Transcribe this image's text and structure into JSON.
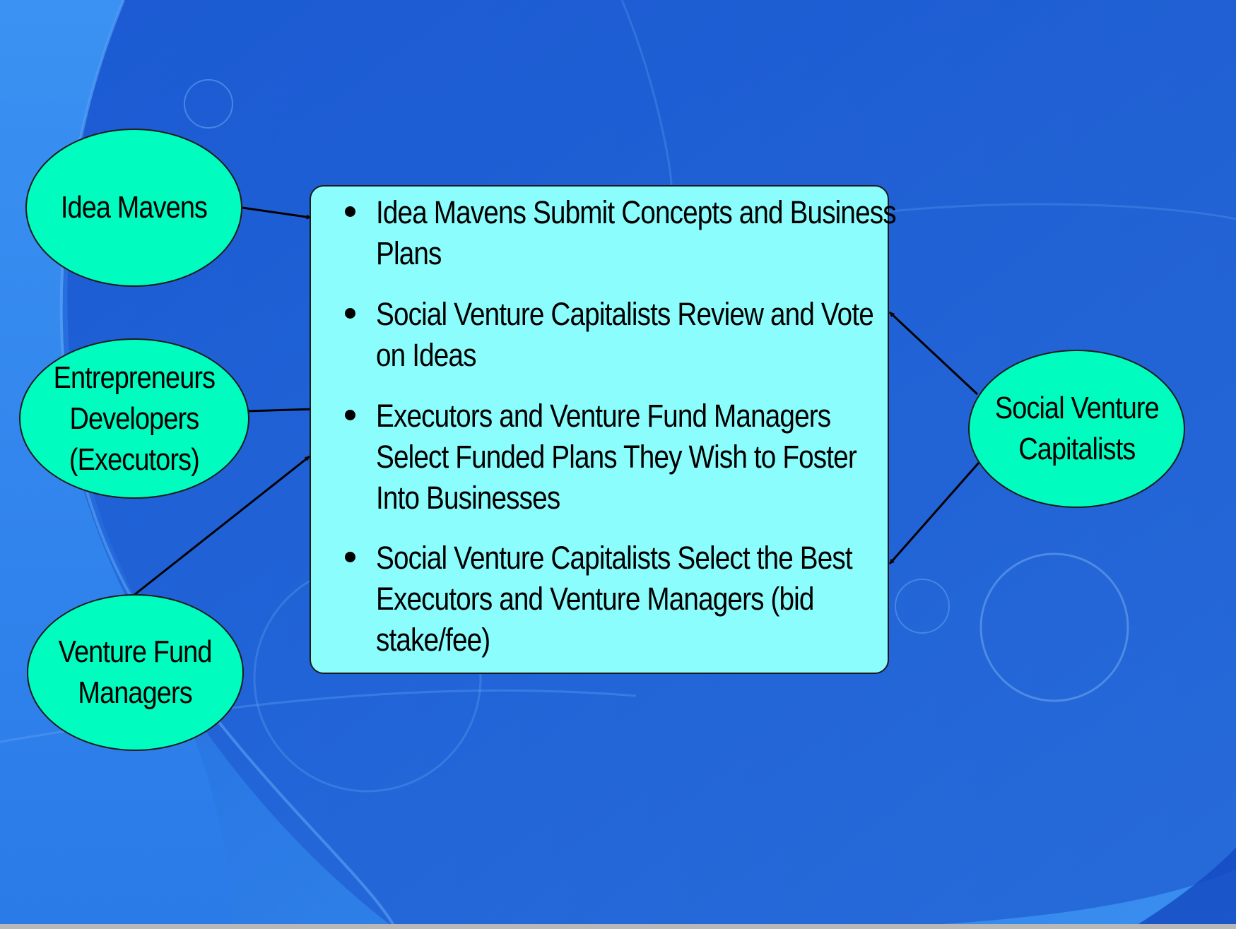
{
  "diagram": {
    "actors": {
      "idea_mavens": "Idea Mavens",
      "entrepreneurs": "Entrepreneurs\nDevelopers\n(Executors)",
      "venture_fund_managers": "Venture Fund\nManagers",
      "social_venture_capitalists": "Social Venture\nCapitalists"
    },
    "process_steps": [
      "Idea Mavens Submit Concepts and Business Plans",
      "Social Venture Capitalists Review and Vote on Ideas",
      "Executors and Venture Fund Managers Select Funded Plans They Wish to Foster Into Businesses",
      "Social Venture Capitalists Select the Best Executors and Venture Managers (bid stake/fee)"
    ],
    "colors": {
      "background": "#2f7fe6",
      "actor_fill": "#00fcbf",
      "process_fill": "#8cfdfd",
      "outline": "#1a1a1a"
    }
  }
}
